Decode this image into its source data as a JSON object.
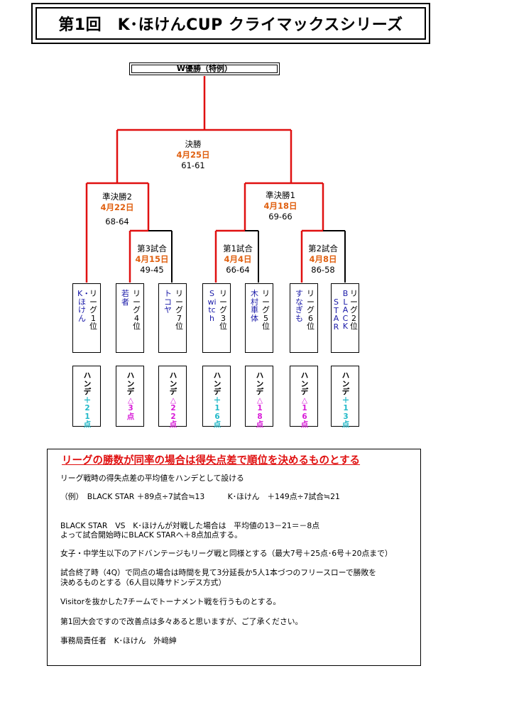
{
  "title": "第1回　K･ほけんCUP クライマックスシリーズ",
  "champion": "W優勝（特例）",
  "matches": {
    "final": {
      "name": "決勝",
      "date": "4月25日",
      "score": "61-61"
    },
    "semi2": {
      "name": "準決勝2",
      "date": "4月22日",
      "score": "68-64"
    },
    "semi1": {
      "name": "準決勝1",
      "date": "4月18日",
      "score": "69-66"
    },
    "game3": {
      "name": "第3試合",
      "date": "4月15日",
      "score": "49-45"
    },
    "game1": {
      "name": "第1試合",
      "date": "4月4日",
      "score": "66-64"
    },
    "game2": {
      "name": "第2試合",
      "date": "4月8日",
      "score": "86-58"
    }
  },
  "teams": [
    {
      "rank": "リーグ1位",
      "name": "K・ほけん"
    },
    {
      "rank": "リーグ4位",
      "name": "若者"
    },
    {
      "rank": "リーグ7位",
      "name": "トコヤ"
    },
    {
      "rank": "リーグ3位",
      "name": "Switch"
    },
    {
      "rank": "リーグ5位",
      "name": "木村車体"
    },
    {
      "rank": "リーグ6位",
      "name": "すなぎも"
    },
    {
      "rank": "リーグ2位",
      "name": "BLACK",
      "name2": "STAR"
    }
  ],
  "handicaps": [
    {
      "label": "ハンデ",
      "value": "＋21点",
      "color": "#20b8c8"
    },
    {
      "label": "ハンデ",
      "value": "△3点",
      "color": "#d81ad8"
    },
    {
      "label": "ハンデ",
      "value": "△22点",
      "color": "#d81ad8"
    },
    {
      "label": "ハンデ",
      "value": "＋16点",
      "color": "#20b8c8"
    },
    {
      "label": "ハンデ",
      "value": "△18点",
      "color": "#d81ad8"
    },
    {
      "label": "ハンデ",
      "value": "△16点",
      "color": "#d81ad8"
    },
    {
      "label": "ハンデ",
      "value": "＋13点",
      "color": "#20b8c8"
    }
  ],
  "colors": {
    "winner_line": "#e01010",
    "date": "#e06010",
    "team_name": "#1a1aa8"
  },
  "notes": {
    "headline": "リーグの勝数が同率の場合は得失点差で順位を決めるものとする",
    "lines": [
      "リーグ戦時の得失点差の平均値をハンデとして設ける",
      "（例）　BLACK STAR ＋89点÷7試合≒13　　　K･ほけん　＋149点÷7試合≒21",
      "BLACK STAR　VS　K･ほけんが対戦した場合は　平均値の13－21＝－8点",
      "よって試合開始時にBLACK STARへ＋8点加点する。",
      "女子・中学生以下のアドバンテージもリーグ戦と同様とする（最大7号＋25点･6号＋20点まで）",
      "試合終了時（4Q）で同点の場合は時間を見て3分延長か5人1本づつのフリースローで勝敗を",
      "決めるものとする（6人目以降サドンデス方式）",
      " Visitorを抜かした7チームでトーナメント戦を行うものとする。",
      "第1回大会ですので改善点は多々あると思いますが、ご了承ください。",
      "事務局責任者　K･ほけん　外﨑紳"
    ]
  }
}
